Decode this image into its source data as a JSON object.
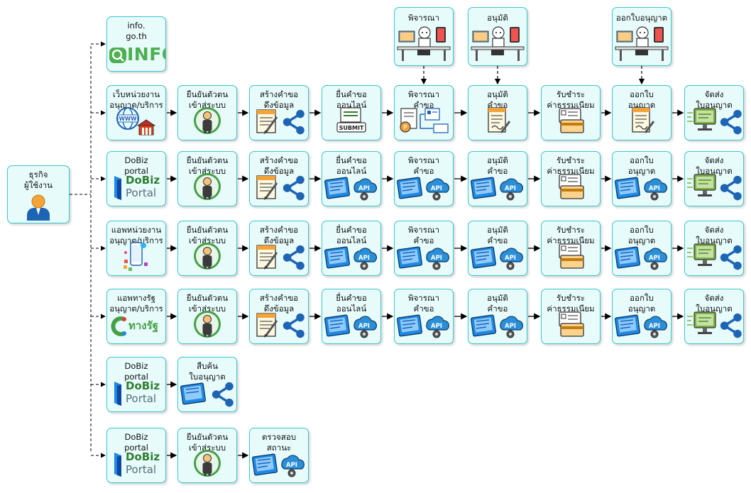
{
  "actor": {
    "line1": "ธุรกิจ",
    "line2": "ผู้ใช้งาน",
    "icon": "person-icon"
  },
  "top_reviewers": [
    {
      "label": "พิจารณา"
    },
    {
      "label": "อนุมัติ"
    },
    {
      "label": "ออกใบอนุญาต"
    }
  ],
  "rows": [
    {
      "steps": [
        {
          "l1": "info.",
          "l2": "go.th",
          "icon": "info-logo"
        }
      ]
    },
    {
      "steps": [
        {
          "l1": "เว็บหน่วยงาน",
          "l2": "อนุญาต/บริการ",
          "icon": "web-icon"
        },
        {
          "l1": "ยืนยันตัวตน",
          "l2": "เข้าสู่ระบบ",
          "icon": "person-icon"
        },
        {
          "l1": "สร้างคำขอ",
          "l2": "ดึงข้อมูล",
          "icon": "form-share-icon"
        },
        {
          "l1": "ยื่นคำขอ",
          "l2": "ออนไลน์",
          "icon": "submit-icon"
        },
        {
          "l1": "พิจารณา",
          "l2": "คำขอ",
          "icon": "review-icon"
        },
        {
          "l1": "อนุมัติ",
          "l2": "คำขอ",
          "icon": "approve-doc-icon"
        },
        {
          "l1": "รับชำระ",
          "l2": "ค่าธรรมเนียม",
          "icon": "payment-card-icon"
        },
        {
          "l1": "ออกใบ",
          "l2": "อนุญาต",
          "icon": "license-doc-icon"
        },
        {
          "l1": "จัดส่ง",
          "l2": "ใบอนุญาต",
          "icon": "monitor-share-icon"
        }
      ]
    },
    {
      "steps": [
        {
          "l1": "DoBiz",
          "l2": "portal",
          "icon": "dobiz-logo"
        },
        {
          "l1": "ยืนยันตัวตน",
          "l2": "เข้าสู่ระบบ",
          "icon": "person-icon"
        },
        {
          "l1": "สร้างคำขอ",
          "l2": "ดึงข้อมูล",
          "icon": "form-share-icon"
        },
        {
          "l1": "ยื่นคำขอ",
          "l2": "ออนไลน์",
          "icon": "book-api-icon"
        },
        {
          "l1": "พิจารณา",
          "l2": "คำขอ",
          "icon": "book-api-icon"
        },
        {
          "l1": "อนุมัติ",
          "l2": "คำขอ",
          "icon": "book-api-icon"
        },
        {
          "l1": "รับชำระ",
          "l2": "ค่าธรรมเนียม",
          "icon": "payment-card-icon"
        },
        {
          "l1": "ออกใบ",
          "l2": "อนุญาต",
          "icon": "book-api-icon"
        },
        {
          "l1": "จัดส่ง",
          "l2": "ใบอนุญาต",
          "icon": "monitor-share-icon"
        }
      ]
    },
    {
      "steps": [
        {
          "l1": "แอพหน่วยงาน",
          "l2": "อนุญาต/บริการ",
          "icon": "phone-app-icon"
        },
        {
          "l1": "ยืนยันตัวตน",
          "l2": "เข้าสู่ระบบ",
          "icon": "person-icon"
        },
        {
          "l1": "สร้างคำขอ",
          "l2": "ดึงข้อมูล",
          "icon": "form-share-icon"
        },
        {
          "l1": "ยื่นคำขอ",
          "l2": "ออนไลน์",
          "icon": "book-api-icon"
        },
        {
          "l1": "พิจารณา",
          "l2": "คำขอ",
          "icon": "book-api-icon"
        },
        {
          "l1": "อนุมัติ",
          "l2": "คำขอ",
          "icon": "book-api-icon"
        },
        {
          "l1": "รับชำระ",
          "l2": "ค่าธรรมเนียม",
          "icon": "payment-card-icon"
        },
        {
          "l1": "ออกใบ",
          "l2": "อนุญาต",
          "icon": "book-api-icon"
        },
        {
          "l1": "จัดส่ง",
          "l2": "ใบอนุญาต",
          "icon": "monitor-share-icon"
        }
      ]
    },
    {
      "steps": [
        {
          "l1": "แอพทางรัฐ",
          "l2": "อนุญาต/บริการ",
          "icon": "tangrat-logo"
        },
        {
          "l1": "ยืนยันตัวตน",
          "l2": "เข้าสู่ระบบ",
          "icon": "person-icon"
        },
        {
          "l1": "สร้างคำขอ",
          "l2": "ดึงข้อมูล",
          "icon": "form-share-icon"
        },
        {
          "l1": "ยื่นคำขอ",
          "l2": "ออนไลน์",
          "icon": "book-api-icon"
        },
        {
          "l1": "พิจารณา",
          "l2": "คำขอ",
          "icon": "book-api-icon"
        },
        {
          "l1": "อนุมัติ",
          "l2": "คำขอ",
          "icon": "book-api-icon"
        },
        {
          "l1": "รับชำระ",
          "l2": "ค่าธรรมเนียม",
          "icon": "payment-card-icon"
        },
        {
          "l1": "ออกใบ",
          "l2": "อนุญาต",
          "icon": "book-api-icon"
        },
        {
          "l1": "จัดส่ง",
          "l2": "ใบอนุญาต",
          "icon": "monitor-share-icon"
        }
      ]
    },
    {
      "steps": [
        {
          "l1": "DoBiz",
          "l2": "portal",
          "icon": "dobiz-logo"
        },
        {
          "l1": "สืบค้น",
          "l2": "ใบอนุญาต",
          "icon": "book-share-icon"
        }
      ]
    },
    {
      "steps": [
        {
          "l1": "DoBiz",
          "l2": "portal",
          "icon": "dobiz-logo"
        },
        {
          "l1": "ยืนยันตัวตน",
          "l2": "เข้าสู่ระบบ",
          "icon": "person-icon"
        },
        {
          "l1": "ตรวจสอบ",
          "l2": "สถานะ",
          "icon": "book-api-icon"
        }
      ]
    }
  ],
  "logos": {
    "info_text": "INFO",
    "dobiz_line1": "DoBiz",
    "dobiz_line2": "Portal",
    "tangrat_text": "ทางรัฐ",
    "api_text": "API",
    "submit_text": "SUBMIT",
    "www_text": "WWW"
  },
  "colors": {
    "box_fill": "#e8fbfb",
    "box_border": "#39c7cf",
    "share_blue": "#1e64b4",
    "api_blue": "#2a8fd8",
    "info_green": "#4caf50",
    "dobiz_green": "#2e7d32"
  }
}
